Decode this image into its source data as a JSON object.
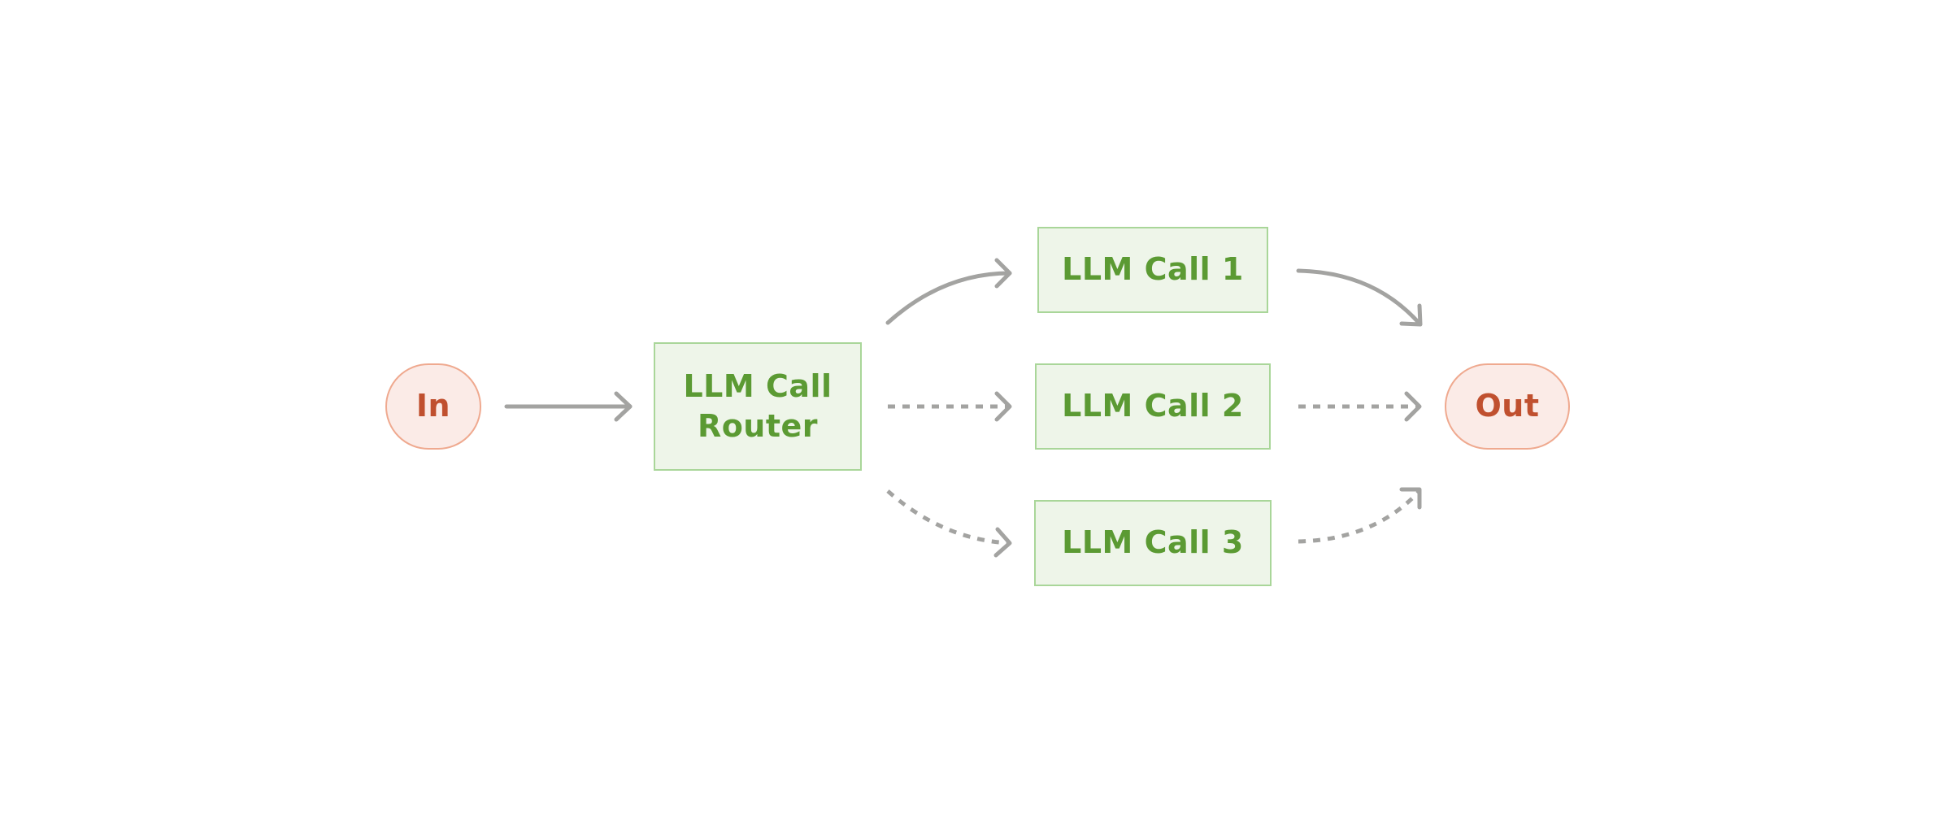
{
  "colors": {
    "pill_fill": "#fbebe7",
    "pill_border": "#efa98f",
    "pill_text": "#c0502f",
    "box_fill": "#eef5e9",
    "box_border": "#a9d699",
    "box_text": "#5b9a33",
    "arrow": "#a3a3a1"
  },
  "nodes": {
    "input": {
      "label": "In"
    },
    "router": {
      "line1": "LLM Call",
      "line2": "Router"
    },
    "call1": {
      "label": "LLM Call 1"
    },
    "call2": {
      "label": "LLM Call 2"
    },
    "call3": {
      "label": "LLM Call 3"
    },
    "output": {
      "label": "Out"
    }
  },
  "edges": [
    {
      "from": "input",
      "to": "router",
      "style": "solid"
    },
    {
      "from": "router",
      "to": "call1",
      "style": "solid"
    },
    {
      "from": "router",
      "to": "call2",
      "style": "dotted"
    },
    {
      "from": "router",
      "to": "call3",
      "style": "dotted"
    },
    {
      "from": "call1",
      "to": "output",
      "style": "solid"
    },
    {
      "from": "call2",
      "to": "output",
      "style": "dotted"
    },
    {
      "from": "call3",
      "to": "output",
      "style": "dotted"
    }
  ]
}
